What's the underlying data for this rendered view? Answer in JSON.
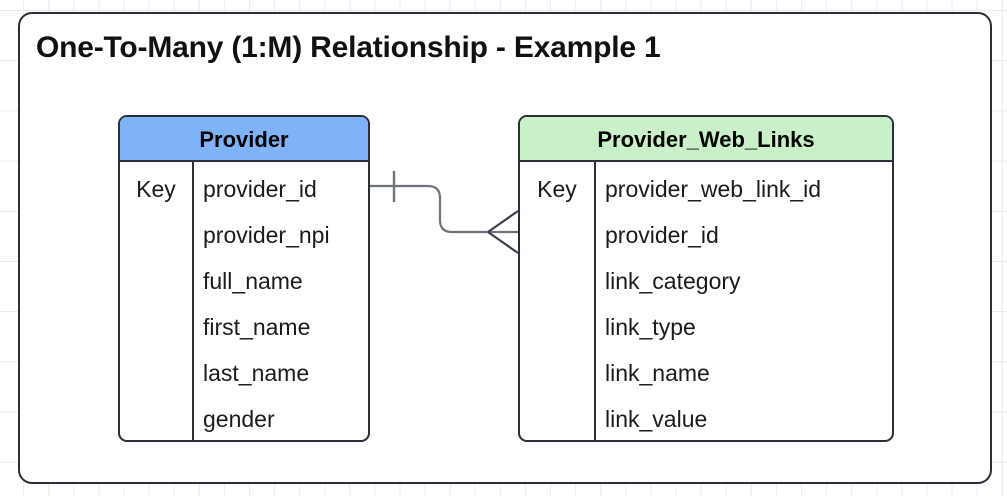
{
  "diagram": {
    "title": "One-To-Many (1:M) Relationship - Example 1",
    "background": "#ffffff",
    "frame_border_color": "#2b2f3a",
    "grid_color": "#e9e9e9"
  },
  "entities": [
    {
      "name": "Provider",
      "header_color": "#7EB3F5",
      "key_column_label": "Key",
      "fields": [
        "provider_id",
        "provider_npi",
        "full_name",
        "first_name",
        "last_name",
        "gender"
      ]
    },
    {
      "name": "Provider_Web_Links",
      "header_color": "#C9F0C9",
      "key_column_label": "Key",
      "fields": [
        "provider_web_link_id",
        "provider_id",
        "link_category",
        "link_type",
        "link_name",
        "link_value"
      ]
    }
  ],
  "relationship": {
    "kind": "one-to-many",
    "from_entity": "Provider",
    "from_field": "provider_id",
    "from_cardinality": "one",
    "to_entity": "Provider_Web_Links",
    "to_field": "provider_id",
    "to_cardinality": "many",
    "line_color": "#6f737c"
  }
}
